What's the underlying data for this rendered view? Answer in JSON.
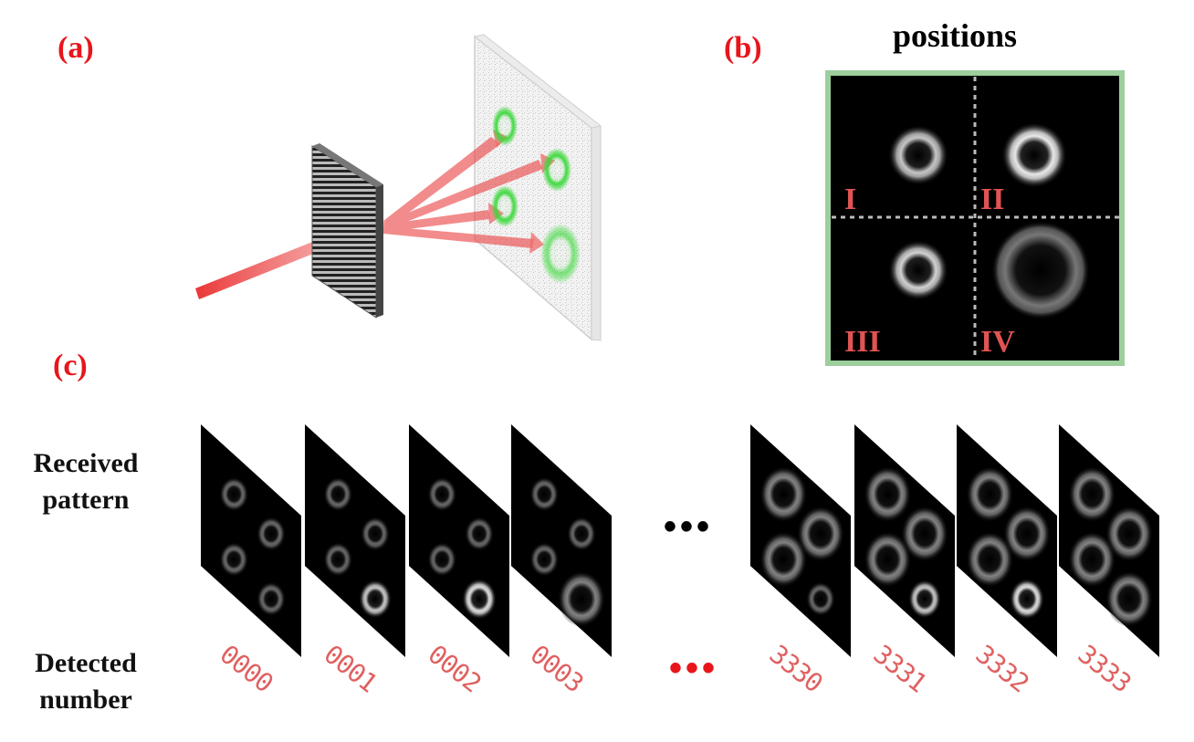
{
  "panels": {
    "a": "(a)",
    "b": "(b)",
    "c": "(c)"
  },
  "positions": {
    "title": "positions",
    "quadrants": [
      "I",
      "II",
      "III",
      "IV"
    ]
  },
  "rows": {
    "received_line1": "Received",
    "received_line2": "pattern",
    "detected_line1": "Detected",
    "detected_line2": "number"
  },
  "ellipsis": "•••",
  "frames": [
    {
      "code": "0000"
    },
    {
      "code": "0001"
    },
    {
      "code": "0002"
    },
    {
      "code": "0003"
    },
    {
      "code": "3330"
    },
    {
      "code": "3331"
    },
    {
      "code": "3332"
    },
    {
      "code": "3333"
    }
  ],
  "colors": {
    "label_red": "#e8151b",
    "code_red": "#e06060",
    "frame_border": "#9ccf9c",
    "beam": "#e82020",
    "ring_green": "#39d839"
  }
}
